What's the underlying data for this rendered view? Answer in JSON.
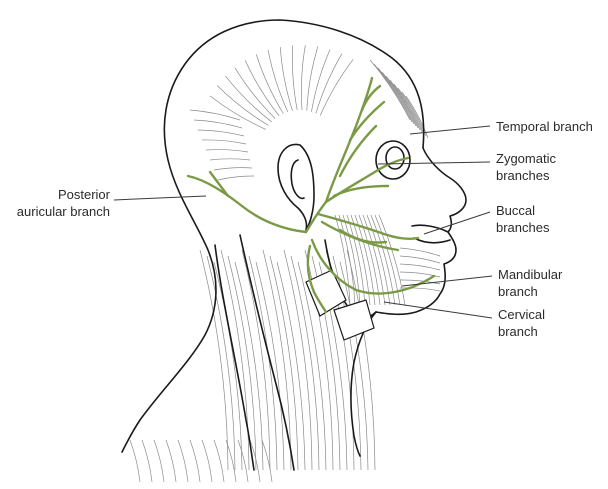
{
  "labels": {
    "temporal": "Temporal branch",
    "zygomatic": [
      "Zygomatic",
      "branches"
    ],
    "posterior_auricular": [
      "Posterior",
      "auricular branch"
    ],
    "buccal": [
      "Buccal",
      "branches"
    ],
    "mandibular": [
      "Mandibular",
      "branch"
    ],
    "cervical": [
      "Cervical",
      "branch"
    ]
  },
  "colors": {
    "outline": "#1a1a1a",
    "muscle_line": "#8a8a8a",
    "nerve": "#7a9a45",
    "leader": "#3a3a3a"
  }
}
